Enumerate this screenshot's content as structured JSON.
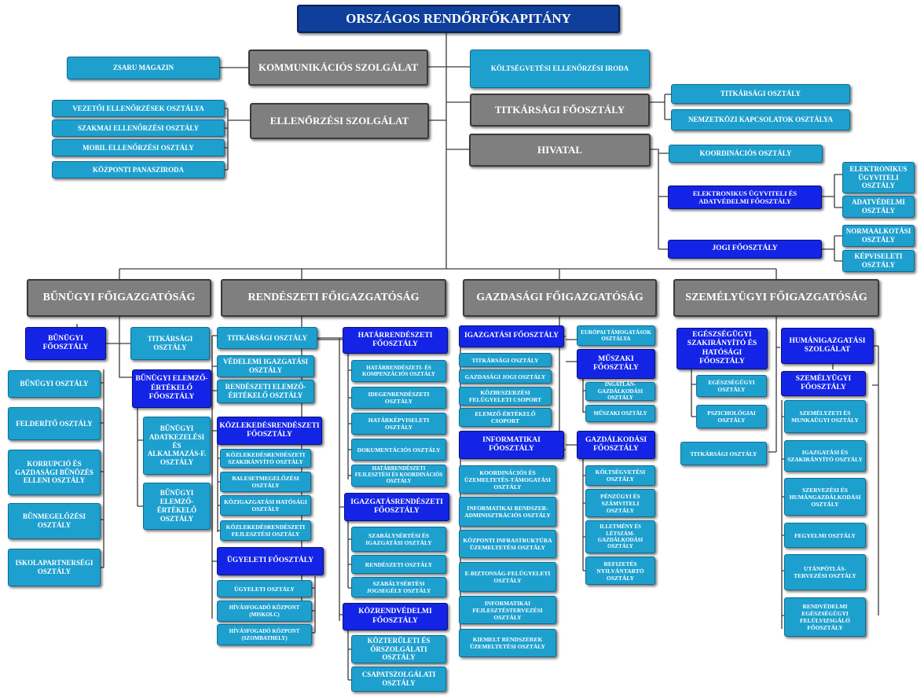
{
  "top": "ORSZÁGOS RENDŐRFŐKAPITÁNY",
  "kommunikacios": {
    "title": "KOMMUNIKÁCIÓS SZOLGÁLAT",
    "zsaru": "ZSARU MAGAZIN"
  },
  "ellenorzesi": {
    "title": "ELLENŐRZÉSI SZOLGÁLAT",
    "items": [
      "VEZETŐI ELLENŐRZÉSEK OSZTÁLYA",
      "SZAKMAI ELLENŐRZÉSI OSZTÁLY",
      "MOBIL ELLENŐRZÉSI OSZTÁLY",
      "KÖZPONTI PANASZIRODA"
    ]
  },
  "koltsegvetesi": "KÖLTSÉGVETÉSI ELLENŐRZÉSI IRODA",
  "titkarsagi_fo": {
    "title": "TITKÁRSÁGI FŐOSZTÁLY",
    "items": [
      "TITKÁRSÁGI OSZTÁLY",
      "NEMZETKÖZI KAPCSOLATOK OSZTÁLYA"
    ]
  },
  "hivatal": {
    "title": "HIVATAL",
    "koord": "KOORDINÁCIÓS OSZTÁLY",
    "elektr": "ELEKTRONIKUS ÜGYVITELI ÉS ADATVÉDELMI FŐOSZTÁLY",
    "elektr_items": [
      "ELEKTRONIKUS ÜGYVITELI OSZTÁLY",
      "ADATVÉDELMI OSZTÁLY"
    ],
    "jogi": "JOGI FŐOSZTÁLY",
    "jogi_items": [
      "NORMAALKOTÁSI OSZTÁLY",
      "KÉPVISELETI OSZTÁLY"
    ]
  },
  "bunugyi": {
    "title": "BŰNÜGYI FŐIGAZGATÓSÁG",
    "fo": "BŰNÜGYI FŐOSZTÁLY",
    "titk": "TITKÁRSÁGI OSZTÁLY",
    "left": [
      "BŰNÜGYI OSZTÁLY",
      "FELDERÍTŐ OSZTÁLY",
      "KORRUPCIÓ ÉS GAZDASÁGI BŰNÖZÉS ELLENI OSZTÁLY",
      "BŰNMEGELŐZÉSI OSZTÁLY",
      "ISKOLAPARTNERSÉGI OSZTÁLY"
    ],
    "elemzo": "BŰNÜGYI ELEMZŐ-ÉRTÉKELŐ FŐOSZTÁLY",
    "elemzo_items": [
      "BŰNÜGYI ADATKEZELÉSI ÉS ALKALMAZÁS-F. OSZTÁLY",
      "BŰNÜGYI ELEMZŐ-ÉRTÉKELŐ OSZTÁLY"
    ]
  },
  "rendeszeti": {
    "title": "RENDÉSZETI FŐIGAZGATÓSÁG",
    "left_top": [
      "TITKÁRSÁGI OSZTÁLY",
      "VÉDELEMI IGAZGATÁSI OSZTÁLY",
      "RENDÉSZETI ELEMZŐ-ÉRTÉKELŐ OSZTÁLY"
    ],
    "kozl": "KÖZLEKEDÉSRENDÉSZETI FŐOSZTÁLY",
    "kozl_items": [
      "KÖZLEKEDÉSRENDÉSZETI SZAKIRÁNYÍTÓ OSZTÁLY",
      "BALESETMEGELŐZÉSI OSZTÁLY",
      "KÖZIGAZGATÁSI HATÓSÁGI OSZTÁLY",
      "KÖZLEKEDÉSRENDÉSZETI FEJLESZTÉSI OSZTÁLY"
    ],
    "ugyeleti": "ÜGYELETI FŐOSZTÁLY",
    "ugyeleti_items": [
      "ÜGYELETI OSZTÁLY",
      "HÍVÁSFOGADÓ KÖZPONT (MISKOLC)",
      "HÍVÁSFOGADÓ KÖZPONT (SZOMBATHELY)"
    ],
    "hatar": "HATÁRRENDÉSZETI FŐOSZTÁLY",
    "hatar_items": [
      "HATÁRRENDÉSZETI- ÉS KOMPENZÁCIÓS OSZTÁLY",
      "IDEGENRENDÉSZETI OSZTÁLY",
      "HATÁRKÉPVISELETI OSZTÁLY",
      "DOKUMENTÁCIÓS OSZTÁLY",
      "HATÁRRENDÉSZETI FEJLESZTÉSI ÉS KOORDINÁCIÓS OSZTÁLY"
    ],
    "igazg": "IGAZGATÁSRENDÉSZETI FŐOSZTÁLY",
    "igazg_items": [
      "SZABÁLYSÉRTÉSI ÉS IGAZGATÁSI OSZTÁLY",
      "RENDÉSZETI OSZTÁLY",
      "SZABÁLYSÉRTÉSI JOGSEGÉLY OSZTÁLY"
    ],
    "kozrend": "KÖZRENDVÉDELMI FŐOSZTÁLY",
    "kozrend_items": [
      "KÖZTERÜLETI ÉS ŐRSZOLGÁLATI OSZTÁLY",
      "CSAPATSZOLGÁLATI OSZTÁLY"
    ]
  },
  "gazdasagi": {
    "title": "GAZDASÁGI FŐIGAZGATÓSÁG",
    "igazg": "IGAZGATÁSI FŐOSZTÁLY",
    "igazg_items": [
      "TITKÁRSÁGI OSZTÁLY",
      "GAZDASÁGI JOGI OSZTÁLY",
      "KÖZBESZERZÉSI FELÜGYELETI CSOPORT",
      "ELEMZŐ-ÉRTÉKELŐ CSOPORT"
    ],
    "eu": "EURÓPAI TÁMOGATÁSOK OSZTÁLYA",
    "muszaki": "MŰSZAKI FŐOSZTÁLY",
    "muszaki_items": [
      "INGATLAN-GAZDÁLKODÁSI OSZTÁLY",
      "MŰSZAKI OSZTÁLY"
    ],
    "info": "INFORMATIKAI FŐOSZTÁLY",
    "info_items": [
      "KOORDINÁCIÓS ÉS ÜZEMELTETÉS-TÁMOGATÁSI OSZTÁLY",
      "INFORMATIKAI RENDSZER-ADMINISZTRÁCIÓS OSZTÁLY",
      "KÖZPONTI INFRASTRUKTÚRA ÜZEMELTETÉSI OSZTÁLY",
      "E-BIZTONSÁG-FELÜGYELETI OSZTÁLY",
      "INFORMATIKAI FEJLESZTÉSTERVEZÉSI OSZTÁLY",
      "KIEMELT RENDSZEREK ÜZEMELTETÉSI OSZTÁLY"
    ],
    "gazd": "GAZDÁLKODÁSI FŐOSZTÁLY",
    "gazd_items": [
      "KÖLTSÉGVETÉSI OSZTÁLY",
      "PÉNZÜGYI ÉS SZÁMVITELI OSZTÁLY",
      "ILLETMÉNY ÉS LÉTSZÁM-GAZDÁLKODÁSI OSZTÁLY",
      "REFIZETÉS NYILVÁNTARTÓ OSZTÁLY"
    ]
  },
  "szemelyugyi": {
    "title": "SZEMÉLYÜGYI FŐIGAZGATÓSÁG",
    "egesz": "EGÉSZSÉGÜGYI SZAKIRÁNYÍTÓ ÉS HATÓSÁGI FŐOSZTÁLY",
    "egesz_items": [
      "EGÉSZSÉGÜGYI OSZTÁLY",
      "PSZICHOLÓGIAI OSZTÁLY"
    ],
    "titk": "TITKÁRSÁGI OSZTÁLY",
    "human": "HUMÁNIGAZGATÁSI SZOLGÁLAT",
    "szem_fo": "SZEMÉLYÜGYI FŐOSZTÁLY",
    "human_items": [
      "SZEMÉLYZETI ÉS MUNKAÜGYI OSZTÁLY",
      "IGAZGATÁSI ÉS SZAKIRÁNYÍTÓ OSZTÁLY",
      "SZERVEZÉSI ÉS HUMÁNGAZDÁLKODÁSI OSZTÁLY",
      "FEGYELMI OSZTÁLY",
      "UTÁNPÓTLÁS-TERVEZÉSI OSZTÁLY",
      "RENDVÉDELMI EGÉSZSÉGÜGYI FELÜLVIZSGÁLÓ FŐOSZTÁLY"
    ]
  },
  "colors": {
    "light_box": "#1ea0cf",
    "dark_box": "#1424e6",
    "grey_box": "#7f7f7f",
    "top_box": "#0f3f9a",
    "line": "#3a3a3a"
  }
}
